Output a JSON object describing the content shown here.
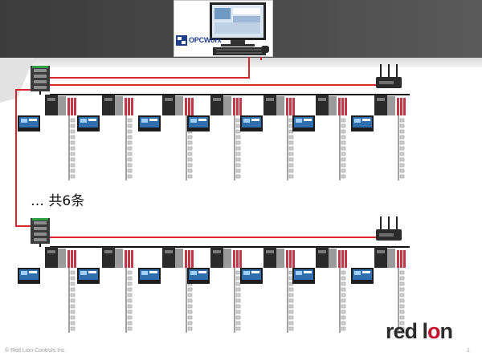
{
  "workstation": {
    "software_label": "OPCWorx",
    "icon": "opcworx-logo-icon"
  },
  "annotation": "… 共6条",
  "brand": {
    "logo_text_a": "red l",
    "logo_text_b": "n",
    "accent_color": "#c41230"
  },
  "footer": {
    "copyright": "© Red Lion Controls Inc.",
    "page_number": "1"
  },
  "colors": {
    "header_band": "#444444",
    "network_link": "#d6262e",
    "ethernet_line": "#111111",
    "hmi_screen": "#2f6fb0"
  },
  "network": {
    "lines": [
      {
        "name": "line-1",
        "switch_icon": "ethernet-switch-icon",
        "gateway_icon": "cellular-router-icon",
        "stations": 7,
        "hmi_panels": 7
      },
      {
        "name": "line-2",
        "switch_icon": "ethernet-switch-icon",
        "gateway_icon": "cellular-router-icon",
        "stations": 7,
        "hmi_panels": 7
      }
    ]
  }
}
